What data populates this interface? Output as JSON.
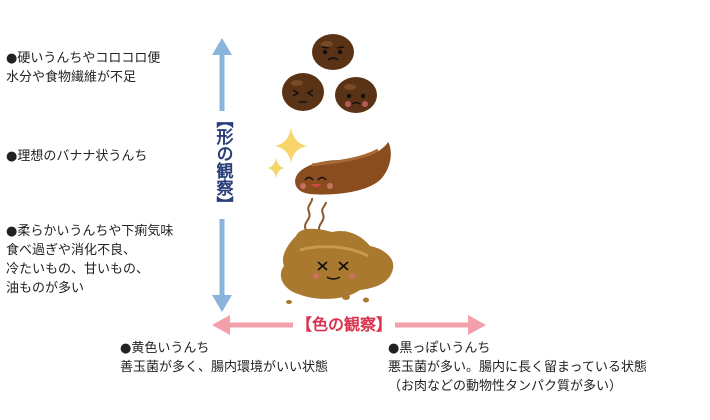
{
  "axes": {
    "vertical_label": "【形の観察】",
    "horizontal_label": "【色の観察】",
    "vertical_color": "#8ab4dc",
    "horizontal_color": "#f2a0ac"
  },
  "shape_notes": {
    "hard": [
      "●硬いうんちやコロコロ便",
      "水分や食物繊維が不足"
    ],
    "ideal": [
      "●理想のバナナ状うんち"
    ],
    "soft": [
      "●柔らかいうんちや下痢気味",
      "食べ過ぎや消化不良、",
      "冷たいもの、甘いもの、",
      "油ものが多い"
    ]
  },
  "color_notes": {
    "yellow": [
      "●黄色いうんち",
      "善玉菌が多く、腸内環境がいい状態"
    ],
    "black": [
      "●黒っぽいうんち",
      "悪玉菌が多い。腸内に長く留まっている状態",
      "（お肉などの動物性タンパク質が多い）"
    ]
  },
  "illustrations": [
    "hard-pellets",
    "ideal-banana",
    "soft-diarrhea"
  ]
}
